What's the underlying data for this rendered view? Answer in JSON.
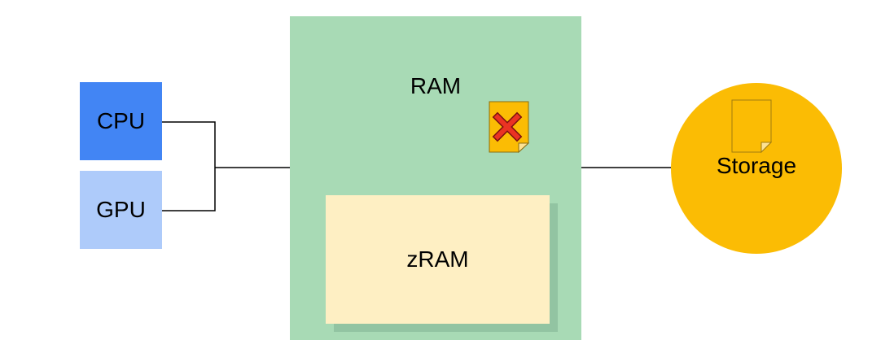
{
  "diagram": {
    "cpu": {
      "label": "CPU",
      "color": "#4285f4"
    },
    "gpu": {
      "label": "GPU",
      "color": "#aecbfa"
    },
    "ram": {
      "label": "RAM",
      "color": "#a8dab5"
    },
    "zram": {
      "label": "zRAM",
      "color": "#feefc3",
      "shadow_color": "#92c4a2"
    },
    "storage": {
      "label": "Storage",
      "color": "#fbbc04"
    },
    "icons": {
      "ram_page": "page-with-red-x-icon",
      "storage_page": "page-icon"
    },
    "line_color": "#000000"
  }
}
